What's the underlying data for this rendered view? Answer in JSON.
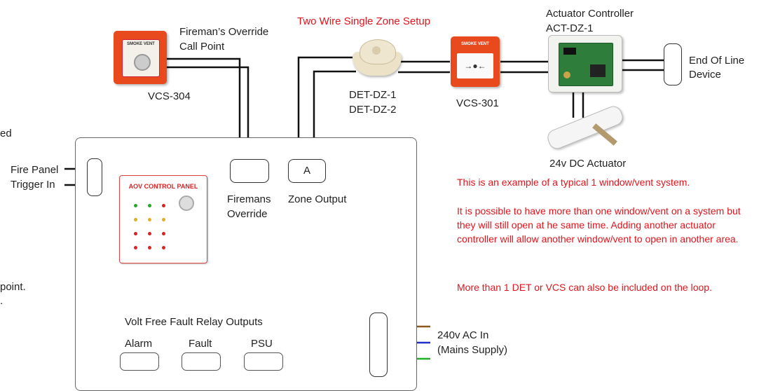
{
  "title": "Two Wire Single Zone Setup",
  "left_edge_text": [
    "ed",
    "point.",
    "."
  ],
  "devices": {
    "fireman_call_point": {
      "name": "Fireman’s Override",
      "name2": "Call Point",
      "code": "VCS-304",
      "label_text": "SMOKE VENT"
    },
    "detector": {
      "code1": "DET-DZ-1",
      "code2": "DET-DZ-2"
    },
    "call_point": {
      "code": "VCS-301",
      "label_text": "SMOKE VENT"
    },
    "actuator_controller": {
      "name": "Actuator Controller",
      "code": "ACT-DZ-1"
    },
    "end_of_line": {
      "name1": "End Of Line",
      "name2": "Device"
    },
    "actuator": {
      "name": "24v DC Actuator"
    }
  },
  "panel": {
    "fire_panel_1": "Fire Panel",
    "fire_panel_2": "Trigger In",
    "firemans_override_1": "Firemans",
    "firemans_override_2": "Override",
    "zone_terminal": "A",
    "zone_output": "Zone Output",
    "control_panel_title": "AOV CONTROL PANEL",
    "relay_heading": "Volt Free Fault Relay Outputs",
    "relays": [
      "Alarm",
      "Fault",
      "PSU"
    ],
    "mains_1": "240v AC In",
    "mains_2": "(Mains Supply)"
  },
  "notes": [
    "This is an example of a typical 1 window/vent system.",
    "It is possible to have more than one window/vent on a system but they will still open at he same time. Adding another actuator controller will allow another window/vent to open in another area.",
    "More than 1 DET or VCS can also be included on the loop."
  ],
  "colors": {
    "note_red": "#e0141c",
    "call_point_red": "#e8491d",
    "mains_brown": "#8a5a1e",
    "mains_blue": "#1f2fd0",
    "mains_green": "#22b02a"
  }
}
